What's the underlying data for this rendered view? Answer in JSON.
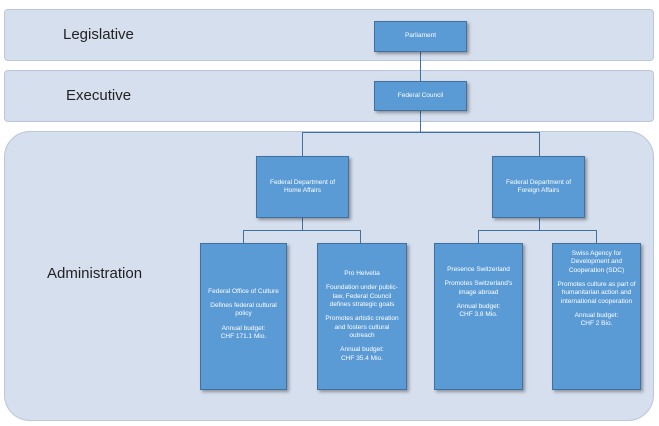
{
  "bands": {
    "legislative": "Legislative",
    "executive": "Executive",
    "administration": "Administration"
  },
  "nodes": {
    "parliament": "Parliament",
    "federal_council": "Federal Council",
    "home_affairs": "Federal Department of Home Affairs",
    "foreign_affairs": "Federal Department of Foreign Affairs",
    "culture_office": {
      "title": "Federal Office of Culture",
      "desc": "Defines federal cultural policy",
      "budget_label": "Annual budget:",
      "budget": "CHF 171.1 Mio."
    },
    "pro_helvetia": {
      "title": "Pro Helvetia",
      "desc1": "Foundation under public-law, Federal Council defines strategic goals",
      "desc2": "Promotes artistic creation and fosters cultural outreach",
      "budget_label": "Annual budget:",
      "budget": "CHF 35.4 Mio."
    },
    "presence_switzerland": {
      "title": "Presence Switzerland",
      "desc": "Promotes Switzerland's image abroad",
      "budget_label": "Annual budget:",
      "budget": "CHF 3.8 Mio."
    },
    "sdc": {
      "title": "Swiss Agency for Development and Cooperation (SDC)",
      "desc": "Promotes culture as part of humanitarian action and international cooperation",
      "budget_label": "Annual budget:",
      "budget": "CHF 2 Bio."
    }
  },
  "colors": {
    "band": "#d6dfee",
    "box": "#5b9bd5",
    "connector": "#41719c"
  }
}
